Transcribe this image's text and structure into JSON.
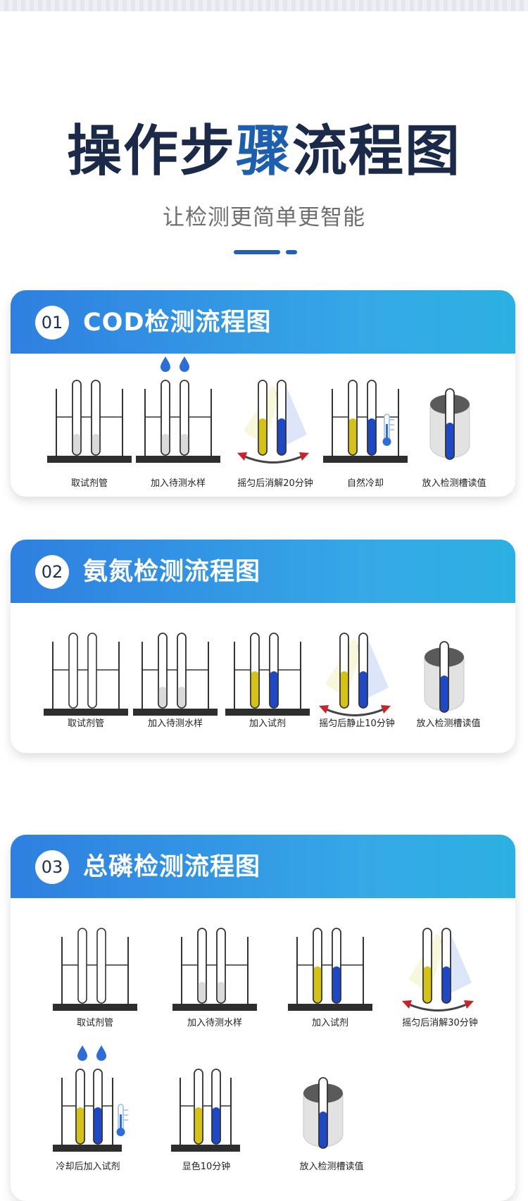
{
  "header": {
    "title_part1": "操作步",
    "title_part2": "骤",
    "title_part3": "流程图",
    "subtitle": "让检测更简单更智能"
  },
  "colors": {
    "header_start": "#2f7fe0",
    "header_end": "#2cb0e2",
    "liquid_yellow": "#d4c21a",
    "liquid_blue": "#1f49c4",
    "title_dark": "#1b2a48"
  },
  "cards": [
    {
      "number": "01",
      "title": "COD检测流程图",
      "steps": [
        {
          "label": "取试剂管",
          "icon": "rack-empty-icon"
        },
        {
          "label": "加入待测水样",
          "icon": "rack-drop-sample-icon"
        },
        {
          "label": "摇匀后消解20分钟",
          "icon": "shake-tubes-icon"
        },
        {
          "label": "自然冷却",
          "icon": "rack-cooling-icon"
        },
        {
          "label": "放入检测槽读值",
          "icon": "detection-slot-icon"
        }
      ]
    },
    {
      "number": "02",
      "title": "氨氮检测流程图",
      "steps": [
        {
          "label": "取试剂管",
          "icon": "rack-empty-icon"
        },
        {
          "label": "加入待测水样",
          "icon": "rack-sample-icon"
        },
        {
          "label": "加入试剂",
          "icon": "rack-reagent-icon"
        },
        {
          "label": "摇匀后静止10分钟",
          "icon": "shake-tubes-icon"
        },
        {
          "label": "放入检测槽读值",
          "icon": "detection-slot-icon"
        }
      ]
    },
    {
      "number": "03",
      "title": "总磷检测流程图",
      "steps": [
        {
          "label": "取试剂管",
          "icon": "rack-empty-icon"
        },
        {
          "label": "加入待测水样",
          "icon": "rack-sample-icon"
        },
        {
          "label": "加入试剂",
          "icon": "rack-reagent-icon"
        },
        {
          "label": "摇匀后消解30分钟",
          "icon": "shake-tubes-icon"
        },
        {
          "label": "冷却后加入试剂",
          "icon": "rack-cooling-drop-icon"
        },
        {
          "label": "显色10分钟",
          "icon": "rack-reagent-icon"
        },
        {
          "label": "放入检测槽读值",
          "icon": "detection-slot-icon"
        }
      ]
    }
  ]
}
